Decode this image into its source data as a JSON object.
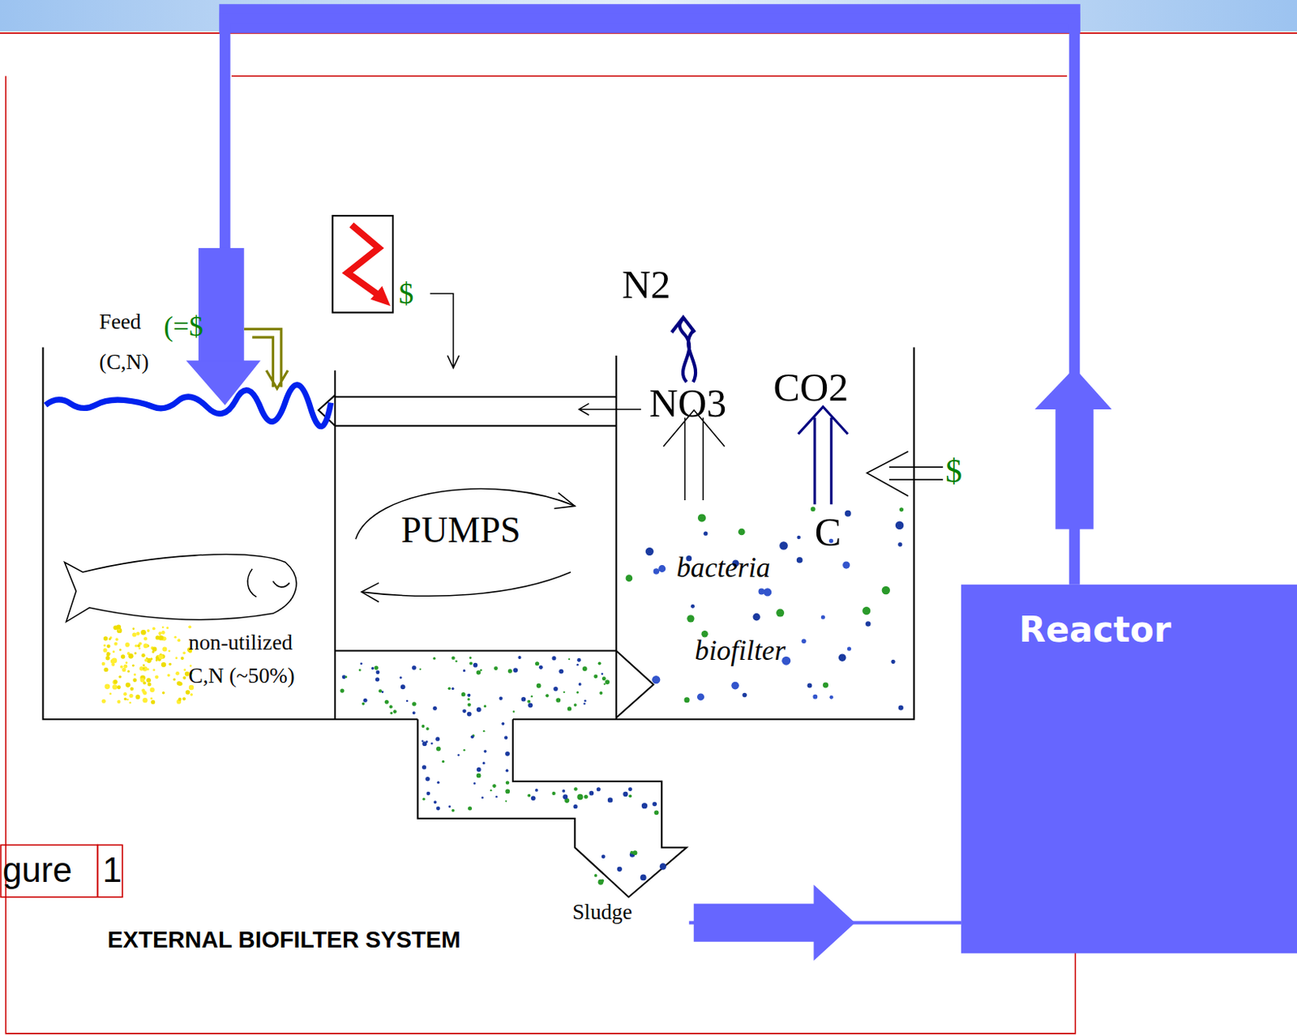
{
  "diagram": {
    "caption": "EXTERNAL BIOFILTER SYSTEM",
    "nodes": [
      {
        "text": [
          "non-utilized C,N (~50%)"
        ]
      },
      {
        "text": [
          "PUMPS"
        ]
      },
      {
        "text": [
          "bacteria",
          "biofilter"
        ]
      },
      {
        "text": [
          "Sludge"
        ]
      },
      {
        "text": [
          "Reactor"
        ]
      }
    ],
    "edges": [
      {
        "from": 3,
        "to": 4,
        "arrow": "to"
      },
      {
        "from": 4,
        "to": 0,
        "arrow": "to"
      }
    ],
    "labels": [
      "Feed (C,N)",
      "(=$",
      "$",
      "N2",
      "NO3",
      "CO2",
      "$",
      "C",
      "gure",
      "1"
    ]
  }
}
